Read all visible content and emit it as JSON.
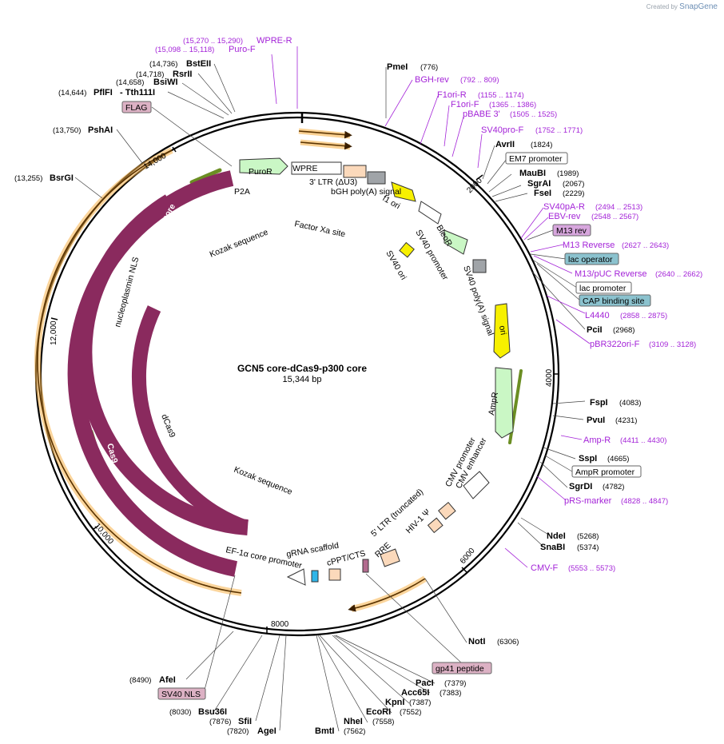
{
  "credit": {
    "prefix": "Created by",
    "brand": "SnapGene"
  },
  "plasmid": {
    "name": "GCN5 core-dCas9-p300 core",
    "size": "15,344 bp"
  },
  "ticks": [
    "2000",
    "4000",
    "6000",
    "8000",
    "10,000",
    "12,000",
    "14,000"
  ],
  "enzymes": [
    {
      "name": "PmeI",
      "pos": "(776)"
    },
    {
      "name": "AvrII",
      "pos": "(1824)"
    },
    {
      "name": "MauBI",
      "pos": "(1989)"
    },
    {
      "name": "SgrAI",
      "pos": "(2067)"
    },
    {
      "name": "FseI",
      "pos": "(2229)"
    },
    {
      "name": "PciI",
      "pos": "(2968)"
    },
    {
      "name": "FspI",
      "pos": "(4083)"
    },
    {
      "name": "PvuI",
      "pos": "(4231)"
    },
    {
      "name": "SspI",
      "pos": "(4665)"
    },
    {
      "name": "SgrDI",
      "pos": "(4782)"
    },
    {
      "name": "NdeI",
      "pos": "(5268)"
    },
    {
      "name": "SnaBI",
      "pos": "(5374)"
    },
    {
      "name": "NotI",
      "pos": "(6306)"
    },
    {
      "name": "PacI",
      "pos": "(7379)"
    },
    {
      "name": "Acc65I",
      "pos": "(7383)"
    },
    {
      "name": "KpnI",
      "pos": "(7387)"
    },
    {
      "name": "EcoRI",
      "pos": "(7552)"
    },
    {
      "name": "NheI",
      "pos": "(7558)"
    },
    {
      "name": "BmtI",
      "pos": "(7562)"
    },
    {
      "name": "AgeI",
      "pos": "(7820)"
    },
    {
      "name": "SfiI",
      "pos": "(7876)"
    },
    {
      "name": "Bsu36I",
      "pos": "(8030)"
    },
    {
      "name": "AfeI",
      "pos": "(8490)"
    },
    {
      "name": "BsrGI",
      "pos": "(13,255)"
    },
    {
      "name": "PshAI",
      "pos": "(13,750)"
    },
    {
      "name": "PflFI",
      "pos": "(14,644)"
    },
    {
      "name": "- Tth111I",
      "pos": ""
    },
    {
      "name": "BsiWI",
      "pos": "(14,658)"
    },
    {
      "name": "RsrII",
      "pos": "(14,718)"
    },
    {
      "name": "BstEII",
      "pos": "(14,736)"
    }
  ],
  "primers": [
    {
      "name": "BGH-rev",
      "pos": "(792 .. 809)"
    },
    {
      "name": "F1ori-R",
      "pos": "(1155 .. 1174)"
    },
    {
      "name": "F1ori-F",
      "pos": "(1365 .. 1386)"
    },
    {
      "name": "pBABE 3'",
      "pos": "(1505 .. 1525)"
    },
    {
      "name": "SV40pro-F",
      "pos": "(1752 .. 1771)"
    },
    {
      "name": "SV40pA-R",
      "pos": "(2494 .. 2513)"
    },
    {
      "name": "EBV-rev",
      "pos": "(2548 .. 2567)"
    },
    {
      "name": "M13 Reverse",
      "pos": "(2627 .. 2643)"
    },
    {
      "name": "M13/pUC Reverse",
      "pos": "(2640 .. 2662)"
    },
    {
      "name": "L4440",
      "pos": "(2858 .. 2875)"
    },
    {
      "name": "pBR322ori-F",
      "pos": "(3109 .. 3128)"
    },
    {
      "name": "Amp-R",
      "pos": "(4411 .. 4430)"
    },
    {
      "name": "pRS-marker",
      "pos": "(4828 .. 4847)"
    },
    {
      "name": "CMV-F",
      "pos": "(5553 .. 5573)"
    },
    {
      "name": "Puro-F",
      "pos": "(15,098 .. 15,118)"
    },
    {
      "name": "WPRE-R",
      "pos": "(15,270 .. 15,290)"
    }
  ],
  "boxes": [
    {
      "label": "EM7 promoter",
      "color": "#ffffff"
    },
    {
      "label": "M13 rev",
      "color": "#d7a6dd"
    },
    {
      "label": "lac operator",
      "color": "#8bc2ce"
    },
    {
      "label": "lac promoter",
      "color": "#ffffff"
    },
    {
      "label": "CAP binding site",
      "color": "#8bc2ce"
    },
    {
      "label": "AmpR promoter",
      "color": "#ffffff"
    },
    {
      "label": "gp41 peptide",
      "color": "#dcb1c4"
    },
    {
      "label": "SV40 NLS",
      "color": "#dcb1c4"
    },
    {
      "label": "FLAG",
      "color": "#dcb1c4"
    }
  ],
  "features": [
    "WPRE",
    "PuroR",
    "P2A",
    "3' LTR (ΔU3)",
    "bGH poly(A) signal",
    "f1 ori",
    "Factor Xa site",
    "BleoR",
    "SV40 promoter",
    "SV40 ori",
    "SV40 poly(A) signal",
    "ori",
    "AmpR",
    "CMV promoter",
    "CMV enhancer",
    "HIV-1 Ψ",
    "5' LTR (truncated)",
    "RRE",
    "cPPT/CTS",
    "gRNA scaffold",
    "EF-1α core promoter",
    "Kozak sequence",
    "Kozak sequence",
    "dCas9",
    "nucleoplasmin NLS",
    "p300 core",
    "Cas9"
  ],
  "colors": {
    "ring": "#000000",
    "cas9": "#8a2a5e",
    "orange_arc": "#f7b24b",
    "primer": "#a424d8",
    "yellow": "#f7f000",
    "green": "#caf7c5"
  }
}
